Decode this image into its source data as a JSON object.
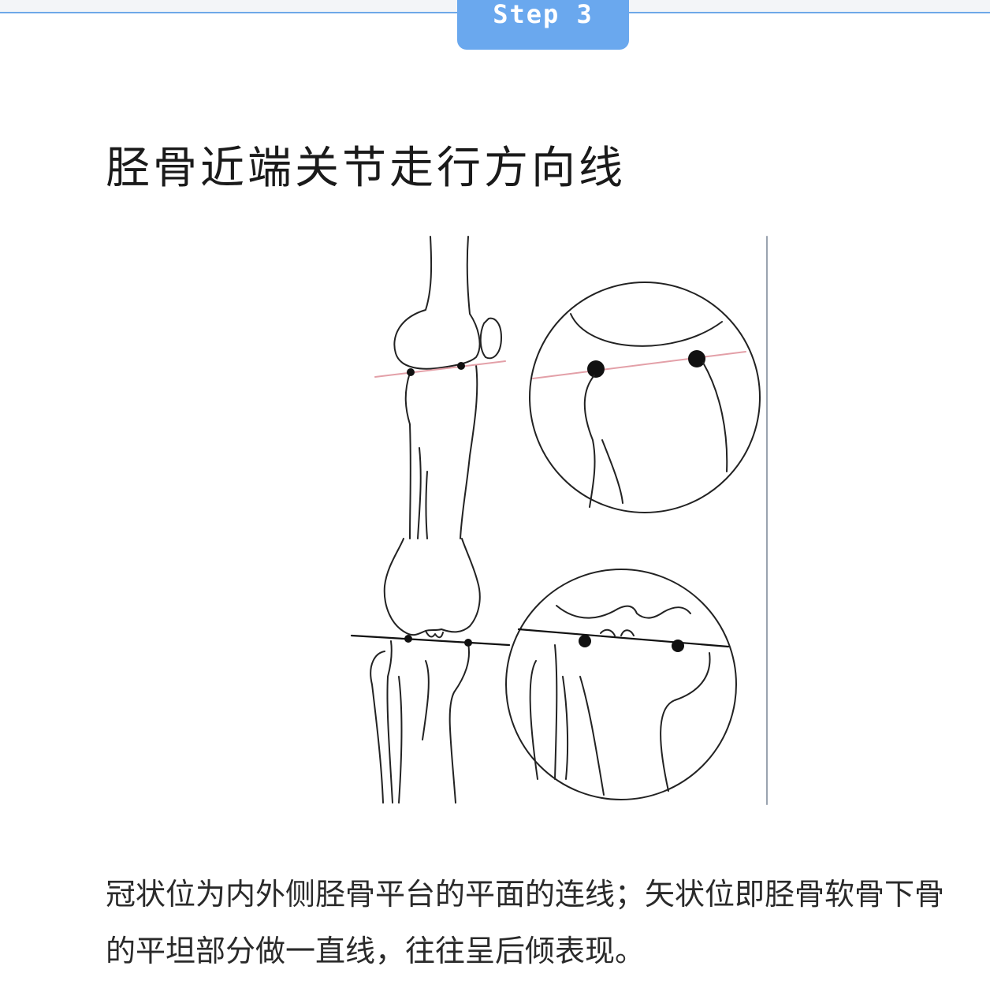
{
  "header": {
    "step_label": "Step 3",
    "accent_color": "#6aa8ee"
  },
  "title": "胫骨近端关节走行方向线",
  "figure": {
    "line_color": "#e3a0a8",
    "stroke_color": "#222222"
  },
  "caption": "冠状位为内外侧胫骨平台的平面的连线；矢状位即胫骨软骨下骨的平坦部分做一直线，往往呈后倾表现。"
}
